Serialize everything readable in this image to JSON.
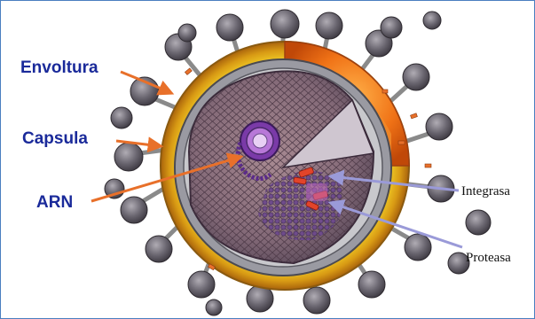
{
  "diagram": {
    "labels_left": {
      "envelope": "Envoltura",
      "capsule": "Capsula",
      "rna": "ARN"
    },
    "labels_right": {
      "integrase": "Integrasa",
      "protease": "Proteasa"
    },
    "colors": {
      "frame_border": "#4a7fc0",
      "left_label": "#1a2a9a",
      "arrow_left": "#e8702a",
      "arrow_right": "#9a9ad8",
      "envelope_yellow": "#f3d21f",
      "envelope_orange": "#e86a12",
      "spike_gray": "#6e6a72",
      "capsid_purple": "#7a5a8a",
      "rna_purple": "#8a4cb0",
      "enzyme_red": "#e2442a"
    },
    "icons": {
      "virus": "hiv-virion-cross-section-illustration"
    }
  }
}
